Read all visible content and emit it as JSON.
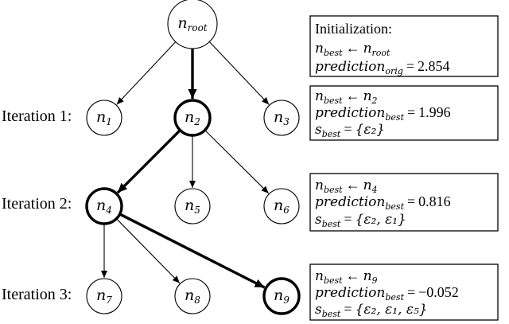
{
  "iterations": [
    {
      "label": "Iteration 1:"
    },
    {
      "label": "Iteration 2:"
    },
    {
      "label": "Iteration 3:"
    }
  ],
  "nodes": {
    "root": {
      "name": "n",
      "sub": "root",
      "bold": false
    },
    "n1": {
      "name": "n",
      "sub": "1",
      "bold": false
    },
    "n2": {
      "name": "n",
      "sub": "2",
      "bold": true
    },
    "n3": {
      "name": "n",
      "sub": "3",
      "bold": false
    },
    "n4": {
      "name": "n",
      "sub": "4",
      "bold": true
    },
    "n5": {
      "name": "n",
      "sub": "5",
      "bold": false
    },
    "n6": {
      "name": "n",
      "sub": "6",
      "bold": false
    },
    "n7": {
      "name": "n",
      "sub": "7",
      "bold": false
    },
    "n8": {
      "name": "n",
      "sub": "8",
      "bold": false
    },
    "n9": {
      "name": "n",
      "sub": "9",
      "bold": true
    }
  },
  "edges": [
    {
      "from": "root",
      "to": "n1",
      "bold": false
    },
    {
      "from": "root",
      "to": "n2",
      "bold": true
    },
    {
      "from": "root",
      "to": "n3",
      "bold": false
    },
    {
      "from": "n2",
      "to": "n4",
      "bold": true
    },
    {
      "from": "n2",
      "to": "n5",
      "bold": false
    },
    {
      "from": "n2",
      "to": "n6",
      "bold": false
    },
    {
      "from": "n4",
      "to": "n7",
      "bold": false
    },
    {
      "from": "n4",
      "to": "n8",
      "bold": false
    },
    {
      "from": "n4",
      "to": "n9",
      "bold": true
    }
  ],
  "boxes": {
    "init": {
      "title": "Initialization:",
      "l1_var": "n",
      "l1_sub": "best",
      "l1_arrow": "←",
      "l1_rhs": "n",
      "l1_rhs_sub": "root",
      "l2_var": "prediction",
      "l2_sub": "orig",
      "l2_eq": "=",
      "l2_val": "2.854"
    },
    "it1": {
      "l1_var": "n",
      "l1_sub": "best",
      "l1_arrow": "←",
      "l1_rhs": "n",
      "l1_rhs_sub": "2",
      "l2_var": "prediction",
      "l2_sub": "best",
      "l2_eq": "=",
      "l2_val": "1.996",
      "l3_var": "s",
      "l3_sub": "best",
      "l3_eq": "=",
      "l3_set": "{ε₂}"
    },
    "it2": {
      "l1_var": "n",
      "l1_sub": "best",
      "l1_arrow": "←",
      "l1_rhs": "n",
      "l1_rhs_sub": "4",
      "l2_var": "prediction",
      "l2_sub": "best",
      "l2_eq": "=",
      "l2_val": "0.816",
      "l3_var": "s",
      "l3_sub": "best",
      "l3_eq": "=",
      "l3_set": "{ε₂, ε₁}"
    },
    "it3": {
      "l1_var": "n",
      "l1_sub": "best",
      "l1_arrow": "←",
      "l1_rhs": "n",
      "l1_rhs_sub": "9",
      "l2_var": "prediction",
      "l2_sub": "best",
      "l2_eq": "=",
      "l2_val": "−0.052",
      "l3_var": "s",
      "l3_sub": "best",
      "l3_eq": "=",
      "l3_set": "{ε₂, ε₁, ε₅}"
    }
  }
}
